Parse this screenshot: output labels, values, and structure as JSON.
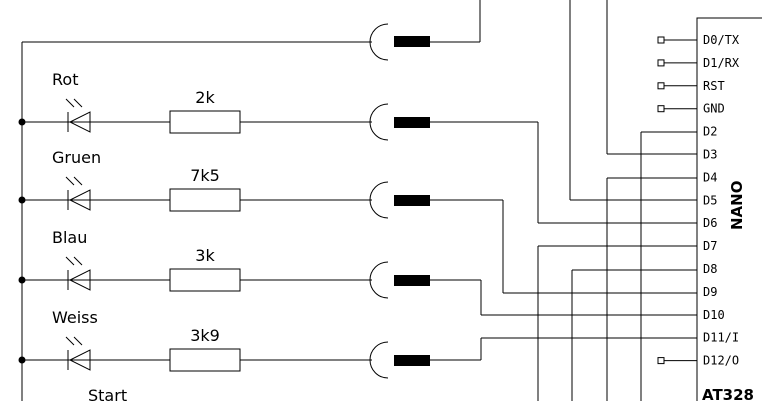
{
  "leds": [
    {
      "label": "Rot",
      "resistor": "2k"
    },
    {
      "label": "Gruen",
      "resistor": "7k5"
    },
    {
      "label": "Blau",
      "resistor": "3k"
    },
    {
      "label": "Weiss",
      "resistor": "3k9"
    }
  ],
  "start_label": "Start",
  "chip": {
    "name": "NANO",
    "bottom_label": "AT328",
    "pins_left": [
      "D0/TX",
      "D1/RX",
      "RST",
      "GND",
      "D2",
      "D3",
      "D4",
      "D5",
      "D6",
      "D7",
      "D8",
      "D9",
      "D10",
      "D11/I",
      "D12/O"
    ]
  }
}
